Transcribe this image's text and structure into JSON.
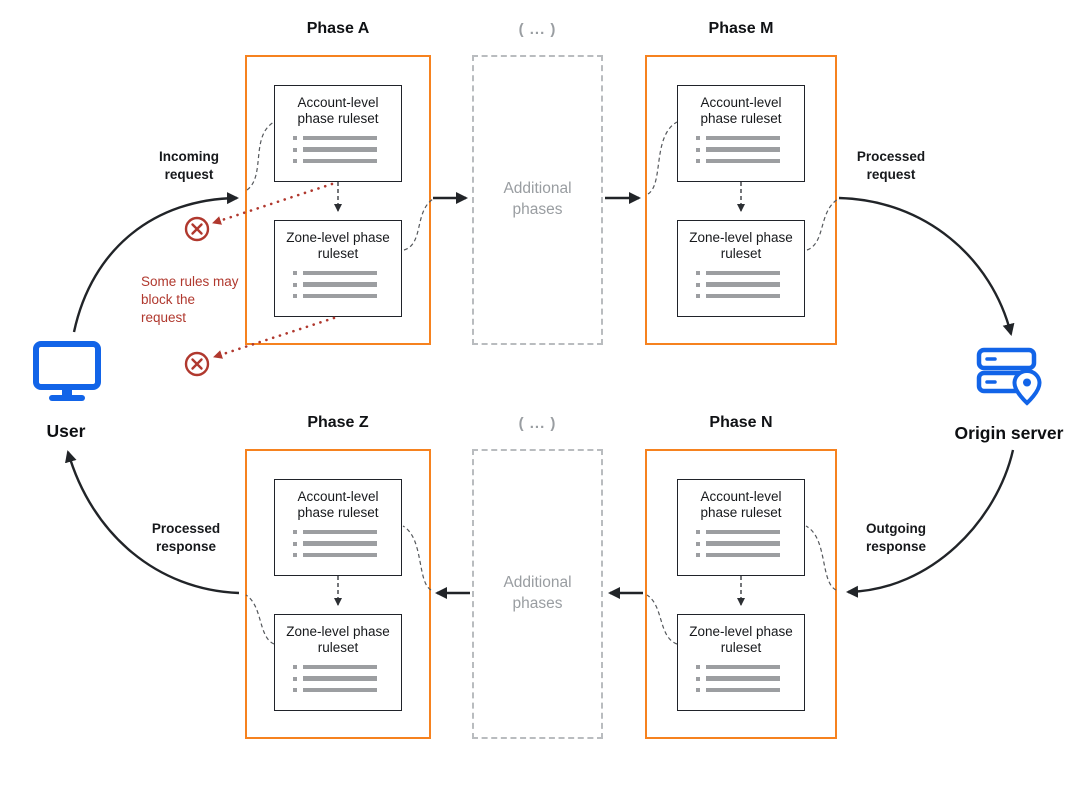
{
  "colors": {
    "orange": "#f6821f",
    "blue": "#1264e8",
    "red": "#b0382e",
    "arrow": "#212428",
    "gray_text": "#999da1",
    "bar_gray": "#9c9ea1"
  },
  "phases": [
    {
      "id": "A",
      "title": "Phase A",
      "rulesets": [
        {
          "label": "Account-level phase ruleset"
        },
        {
          "label": "Zone-level phase ruleset"
        }
      ]
    },
    {
      "id": "M",
      "title": "Phase M",
      "rulesets": [
        {
          "label": "Account-level phase ruleset"
        },
        {
          "label": "Zone-level phase ruleset"
        }
      ]
    },
    {
      "id": "Z",
      "title": "Phase Z",
      "rulesets": [
        {
          "label": "Account-level phase ruleset"
        },
        {
          "label": "Zone-level phase ruleset"
        }
      ]
    },
    {
      "id": "N",
      "title": "Phase N",
      "rulesets": [
        {
          "label": "Account-level phase ruleset"
        },
        {
          "label": "Zone-level phase ruleset"
        }
      ]
    }
  ],
  "additional_phases": {
    "title": "( ... )",
    "label": "Additional phases"
  },
  "flow_labels": {
    "incoming_request": "Incoming request",
    "processed_request": "Processed request",
    "outgoing_response": "Outgoing response",
    "processed_response": "Processed response"
  },
  "endpoints": {
    "user": "User",
    "origin_server": "Origin server"
  },
  "annotations": {
    "block_note": "Some rules may block the request"
  },
  "icons": {
    "user": "monitor-icon",
    "origin": "server-with-location-pin-icon",
    "blocked": "circled-x-icon"
  }
}
